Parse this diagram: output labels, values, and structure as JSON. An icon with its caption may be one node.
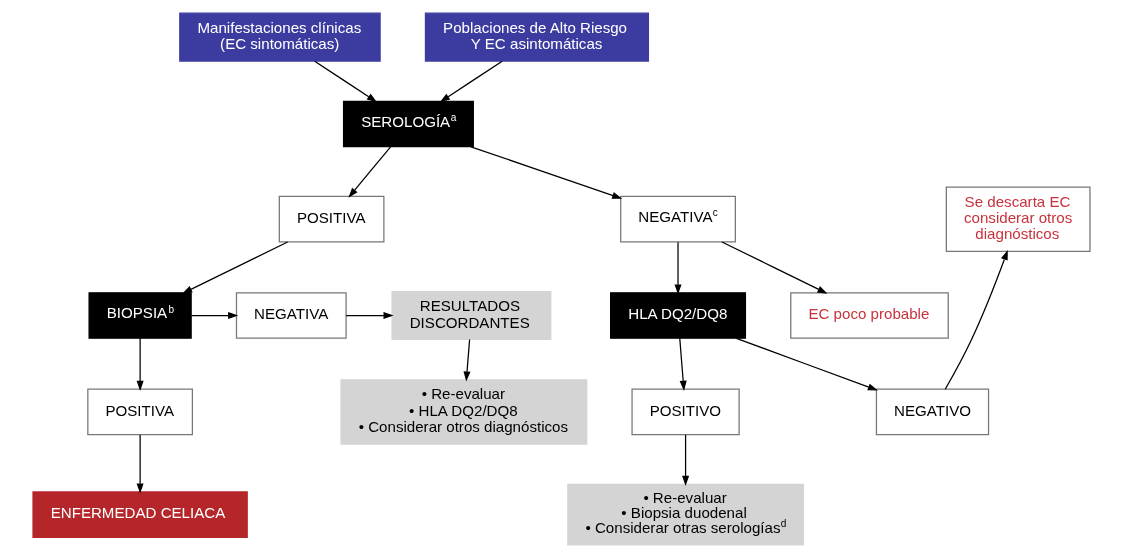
{
  "diagram": {
    "nodes": [
      {
        "text": [
          "Manifestaciones clínicas (EC sintomáticas)"
        ]
      },
      {
        "text": [
          "Poblaciones de Alto Riesgo Y EC asintomáticas"
        ]
      },
      {
        "text": [
          "Se descarta EC considerar otros diagnósticos"
        ]
      },
      {
        "text": [
          "SEROLOGÍA$^{a}$"
        ]
      },
      {
        "text": [
          "NEGATIVO"
        ]
      },
      {
        "text": [
          "POSITIVA"
        ]
      },
      {
        "text": [
          "NEGATIVA$^{c}$"
        ]
      },
      {
        "text": [
          "HLA DQ2/DQ8"
        ]
      },
      {
        "text": [
          "BIOPSIA$^{b}$"
        ]
      },
      {
        "text": [
          "NEGATIVA"
        ]
      },
      {
        "text": [
          "RESULTADOS DISCORDANTES"
        ]
      },
      {
        "text": [
          "EC poco probable"
        ]
      },
      {
        "text": [
          "POSITIVO"
        ]
      },
      {
        "text": [
          "POSITIVA"
        ]
      },
      {
        "text": [
          "• Re-evaluar",
          "• HLA DQ2/DQ8",
          "• Considerar otros diagnósticos"
        ]
      },
      {
        "text": [
          "• Re-evaluar",
          "• Biopsia duodenal",
          "• Considerar otras serologías$^{d}$"
        ]
      },
      {
        "text": [
          "ENFERMEDAD CELIACA"
        ]
      }
    ],
    "edges": [
      {
        "from": 0,
        "to": 3,
        "arrow": "to"
      },
      {
        "from": 1,
        "to": 3,
        "arrow": "to"
      },
      {
        "from": 3,
        "to": 5,
        "arrow": "to"
      },
      {
        "from": 3,
        "to": 6,
        "arrow": "to"
      },
      {
        "from": 5,
        "to": 8,
        "arrow": "to"
      },
      {
        "from": 8,
        "to": 9,
        "arrow": "to"
      },
      {
        "from": 9,
        "to": 10,
        "arrow": "to"
      },
      {
        "from": 8,
        "to": 13,
        "arrow": "to"
      },
      {
        "from": 13,
        "to": 16,
        "arrow": "to"
      },
      {
        "from": 10,
        "to": 14,
        "arrow": "to"
      },
      {
        "from": 6,
        "to": 7,
        "arrow": "to"
      },
      {
        "from": 6,
        "to": 11,
        "arrow": "to"
      },
      {
        "from": 7,
        "to": 4,
        "arrow": "to"
      },
      {
        "from": 4,
        "to": 2,
        "arrow": "to"
      },
      {
        "from": 7,
        "to": 12,
        "arrow": "to"
      },
      {
        "from": 12,
        "to": 15,
        "arrow": "to"
      }
    ]
  }
}
